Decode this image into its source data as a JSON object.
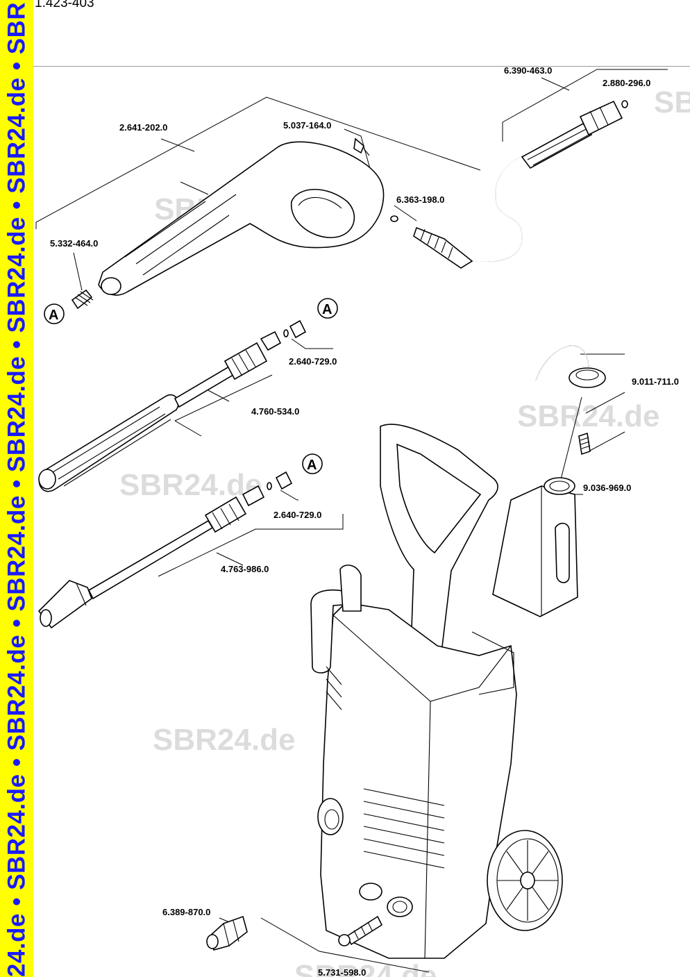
{
  "document": {
    "number": "1.423-403"
  },
  "sidebar": {
    "watermark_text": "24.de • SBR24.de • SBR24.de • SBR24.de • SBR24.de • SBR24.de • SBR24.de • SBR",
    "bg_color": "#ffff00",
    "text_color": "#1a1aff"
  },
  "watermarks": [
    "SBR24.de",
    "SBR24.de",
    "SBR24.de",
    "SBR24.de",
    "SBR24.de",
    "SB",
    "SBR24.de"
  ],
  "callout_letter": "A",
  "parts": [
    {
      "id": "p1",
      "number": "6.390-463.0"
    },
    {
      "id": "p2",
      "number": "2.880-296.0"
    },
    {
      "id": "p3",
      "number": "2.641-202.0"
    },
    {
      "id": "p4",
      "number": "5.037-164.0"
    },
    {
      "id": "p5",
      "number": "6.363-198.0"
    },
    {
      "id": "p6",
      "number": "5.332-464.0"
    },
    {
      "id": "p7",
      "number": "2.640-729.0"
    },
    {
      "id": "p8",
      "number": "4.760-534.0"
    },
    {
      "id": "p9",
      "number": "9.011-711.0"
    },
    {
      "id": "p10",
      "number": "9.036-969.0"
    },
    {
      "id": "p11",
      "number": "2.640-729.0"
    },
    {
      "id": "p12",
      "number": "4.763-986.0"
    },
    {
      "id": "p13",
      "number": "6.389-870.0"
    },
    {
      "id": "p14",
      "number": "5.731-598.0"
    }
  ]
}
